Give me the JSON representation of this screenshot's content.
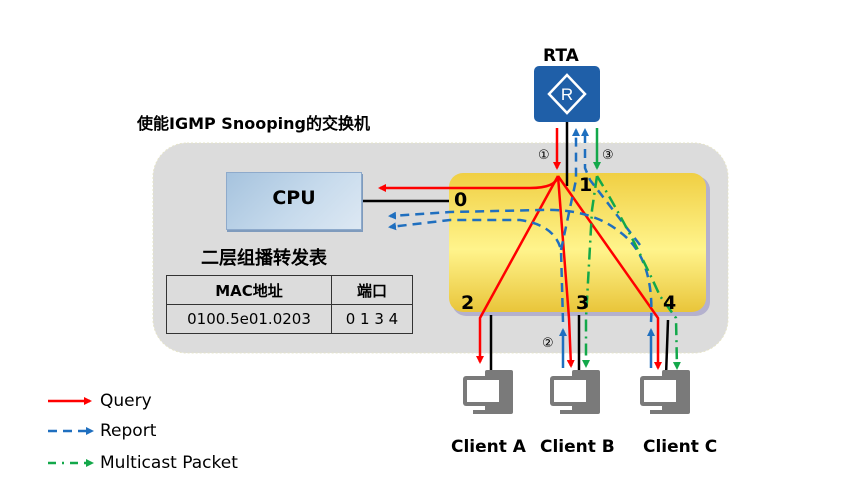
{
  "title": "使能IGMP Snooping的交换机",
  "router": {
    "label": "RTA",
    "icon": "router-icon",
    "glyph": "R"
  },
  "cpu": {
    "label": "CPU"
  },
  "forwarding_table": {
    "title": "二层组播转发表",
    "headers": [
      "MAC地址",
      "端口"
    ],
    "rows": [
      {
        "mac": "0100.5e01.0203",
        "ports": "0 1 3 4"
      }
    ]
  },
  "switch_ports": [
    "0",
    "1",
    "2",
    "3",
    "4"
  ],
  "steps": [
    "①",
    "②",
    "③"
  ],
  "clients": [
    {
      "label": "Client A",
      "icon": "pc-icon"
    },
    {
      "label": "Client B",
      "icon": "pc-icon"
    },
    {
      "label": "Client C",
      "icon": "pc-icon"
    }
  ],
  "legend": [
    {
      "label": "Query",
      "style": "solid",
      "color": "#ff0000"
    },
    {
      "label": "Report",
      "style": "dashed",
      "color": "#1f6fbf"
    },
    {
      "label": "Multicast Packet",
      "style": "dash-dot",
      "color": "#13a84a"
    }
  ],
  "colors": {
    "query": "#ff0000",
    "report": "#1f6fbf",
    "multicast": "#13a84a",
    "link": "#000000",
    "router_bg": "#1f5fa8",
    "switch_fill": "#f2d24a",
    "zone_fill": "#dcdcdc",
    "pc": "#7a7a7a"
  }
}
